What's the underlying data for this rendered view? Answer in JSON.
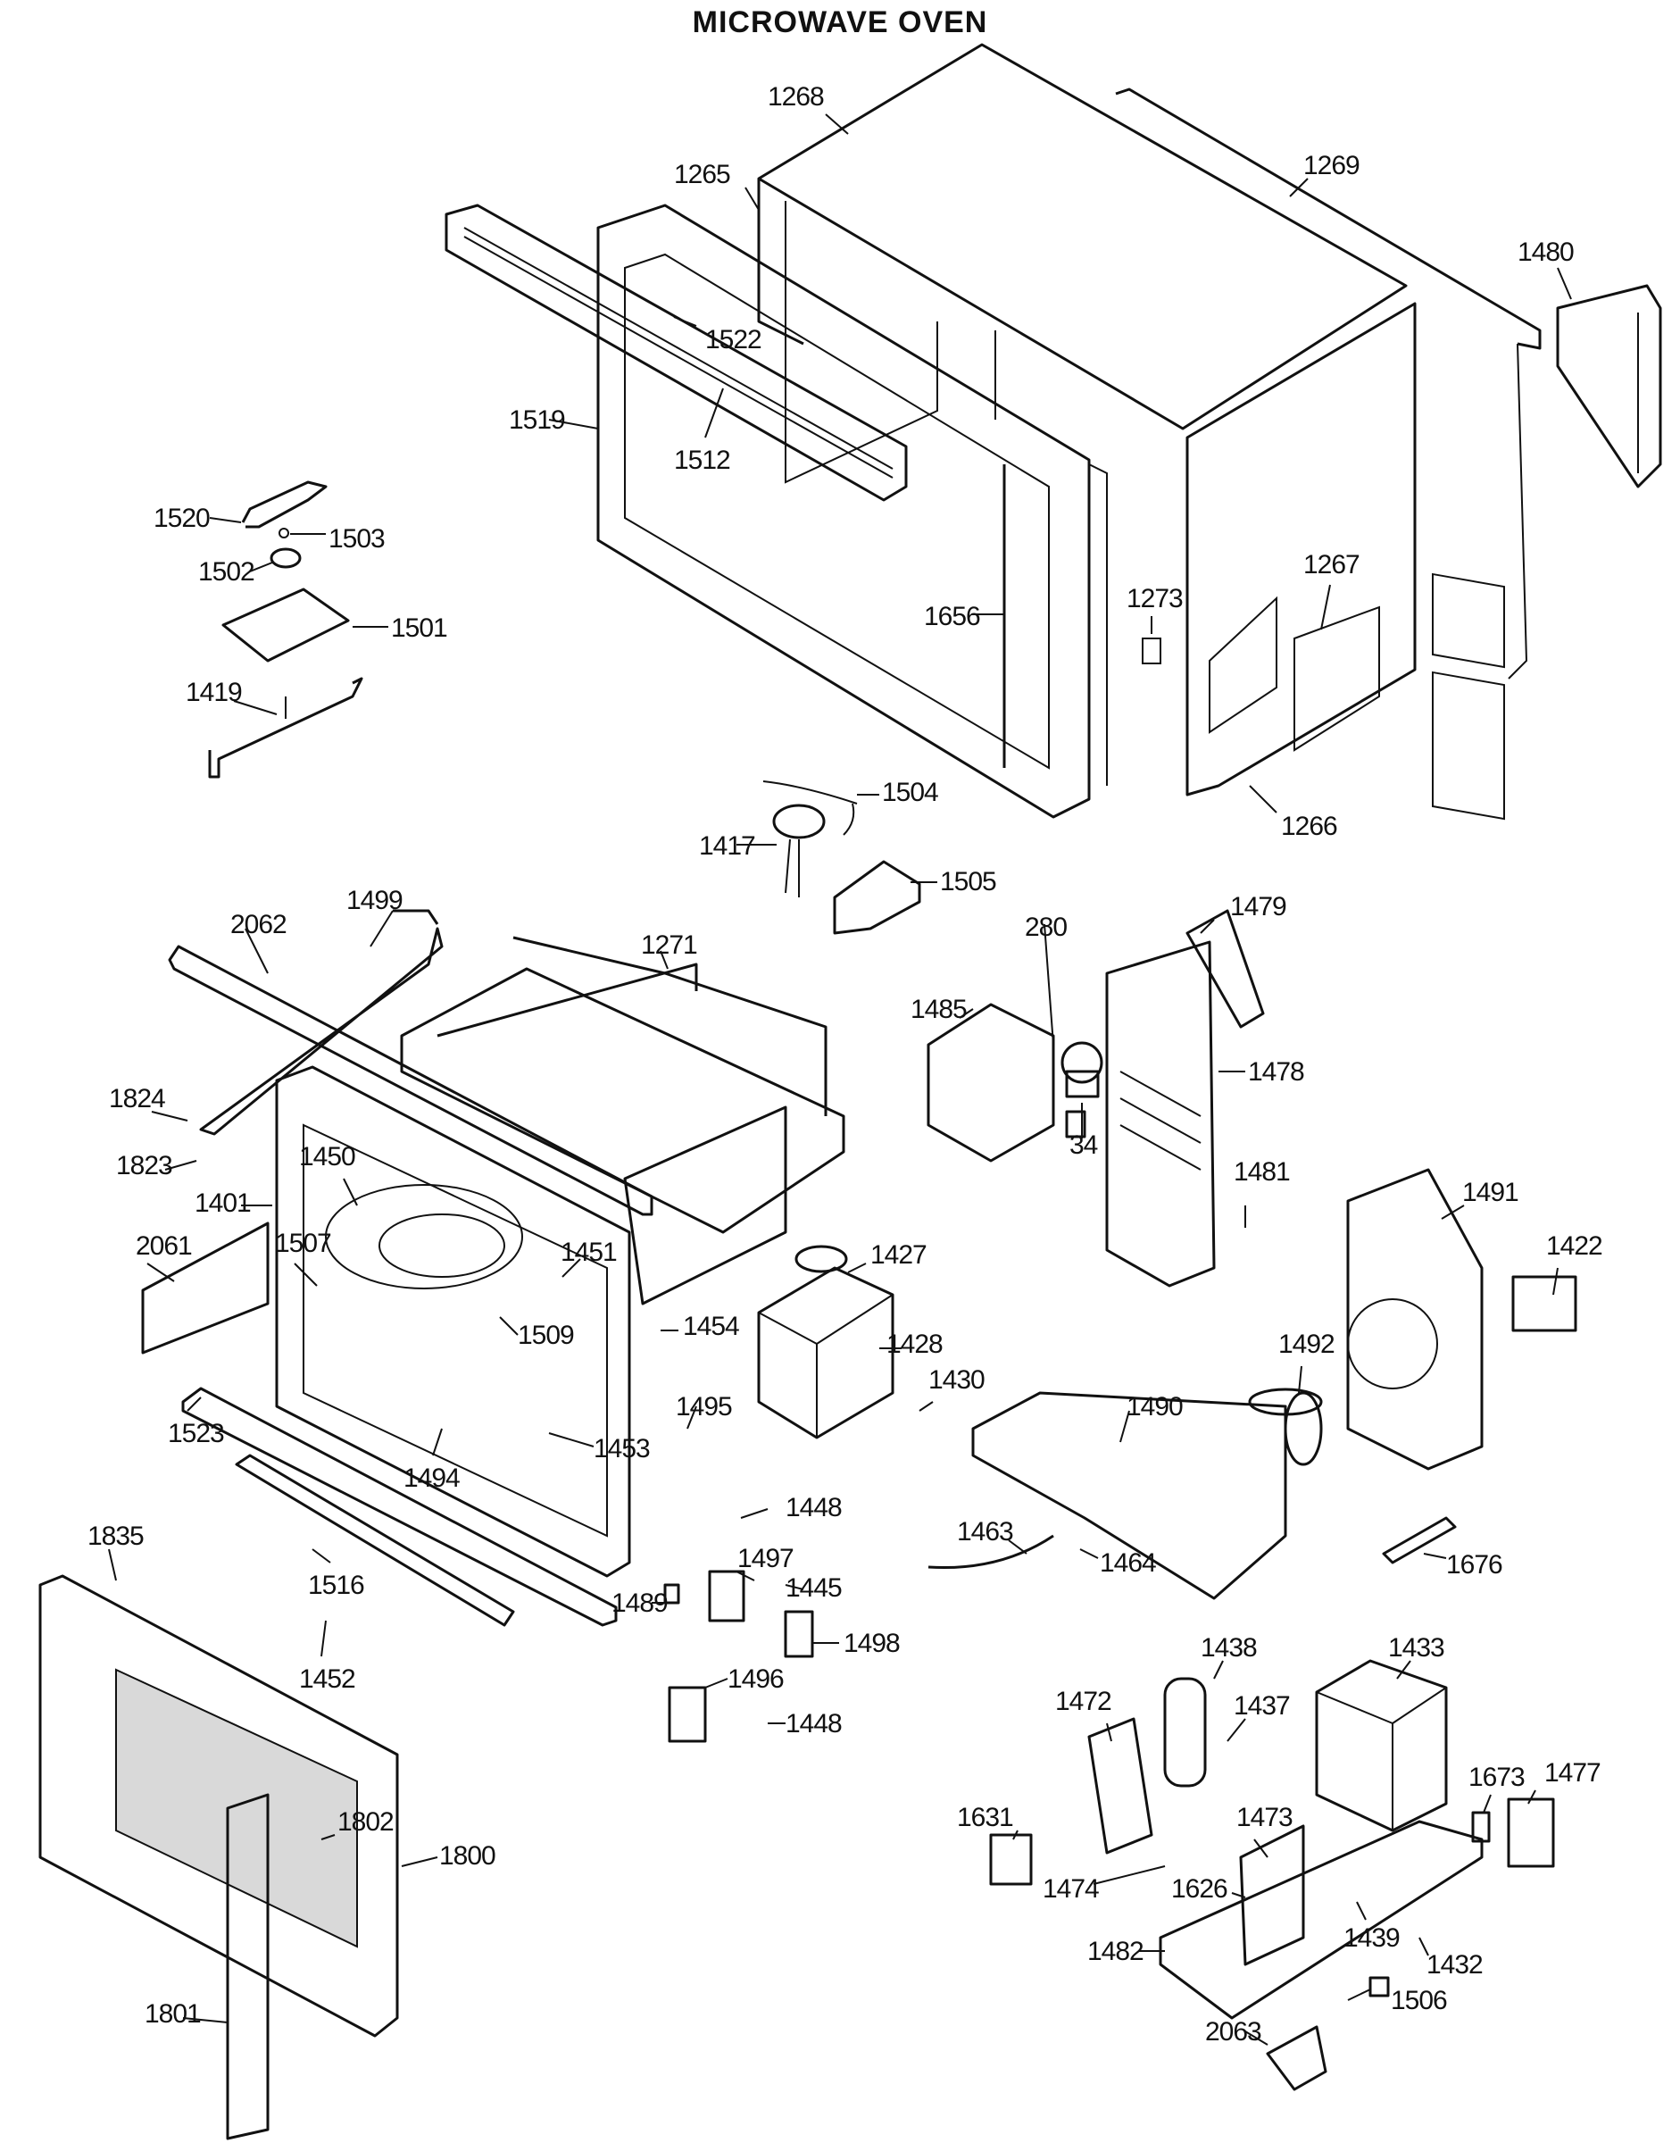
{
  "title": "MICROWAVE OVEN",
  "parts": [
    {
      "id": "1268"
    },
    {
      "id": "1269"
    },
    {
      "id": "1265"
    },
    {
      "id": "1480"
    },
    {
      "id": "1522"
    },
    {
      "id": "1519"
    },
    {
      "id": "1512"
    },
    {
      "id": "1520"
    },
    {
      "id": "1503"
    },
    {
      "id": "1502"
    },
    {
      "id": "1501"
    },
    {
      "id": "1419"
    },
    {
      "id": "1656"
    },
    {
      "id": "1273"
    },
    {
      "id": "1267"
    },
    {
      "id": "1266"
    },
    {
      "id": "1504"
    },
    {
      "id": "1417"
    },
    {
      "id": "1505"
    },
    {
      "id": "1499"
    },
    {
      "id": "2062"
    },
    {
      "id": "1271"
    },
    {
      "id": "280"
    },
    {
      "id": "1479"
    },
    {
      "id": "1485"
    },
    {
      "id": "1478"
    },
    {
      "id": "1824"
    },
    {
      "id": "34"
    },
    {
      "id": "1823"
    },
    {
      "id": "1450"
    },
    {
      "id": "1401"
    },
    {
      "id": "1481"
    },
    {
      "id": "1491"
    },
    {
      "id": "2061"
    },
    {
      "id": "1507"
    },
    {
      "id": "1451"
    },
    {
      "id": "1427"
    },
    {
      "id": "1422"
    },
    {
      "id": "1454"
    },
    {
      "id": "1509"
    },
    {
      "id": "1428"
    },
    {
      "id": "1492"
    },
    {
      "id": "1430"
    },
    {
      "id": "1490"
    },
    {
      "id": "1523"
    },
    {
      "id": "1495"
    },
    {
      "id": "1453"
    },
    {
      "id": "1494"
    },
    {
      "id": "1448"
    },
    {
      "id": "1463"
    },
    {
      "id": "1464"
    },
    {
      "id": "1676"
    },
    {
      "id": "1835"
    },
    {
      "id": "1516"
    },
    {
      "id": "1497"
    },
    {
      "id": "1445"
    },
    {
      "id": "1489"
    },
    {
      "id": "1498"
    },
    {
      "id": "1452"
    },
    {
      "id": "1496"
    },
    {
      "id": "1448b",
      "text": "1448"
    },
    {
      "id": "1438"
    },
    {
      "id": "1433"
    },
    {
      "id": "1472"
    },
    {
      "id": "1437"
    },
    {
      "id": "1673"
    },
    {
      "id": "1477"
    },
    {
      "id": "1631"
    },
    {
      "id": "1802"
    },
    {
      "id": "1473"
    },
    {
      "id": "1800"
    },
    {
      "id": "1474"
    },
    {
      "id": "1626"
    },
    {
      "id": "1482"
    },
    {
      "id": "1439"
    },
    {
      "id": "1432"
    },
    {
      "id": "1506"
    },
    {
      "id": "1801"
    },
    {
      "id": "2063"
    }
  ]
}
